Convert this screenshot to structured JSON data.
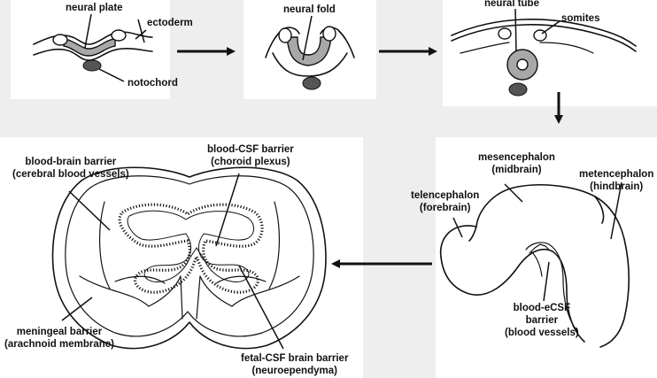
{
  "stage1": {
    "neural_plate": "neural plate",
    "ectoderm": "ectoderm",
    "notochord": "notochord"
  },
  "stage2": {
    "neural_fold": "neural fold"
  },
  "stage3": {
    "neural_tube": "neural tube",
    "somites": "somites"
  },
  "embryo_brain": {
    "mesencephalon": [
      "mesencephalon",
      "(midbrain)"
    ],
    "metencephalon": [
      "metencephalon",
      "(hindbrain)"
    ],
    "telencephalon": [
      "telencephalon",
      "(forebrain)"
    ],
    "blood_ecsf": [
      "blood-eCSF",
      "barrier",
      "(blood vessels)"
    ]
  },
  "coronal_section": {
    "blood_brain": [
      "blood-brain barrier",
      "(cerebral blood vessels)"
    ],
    "blood_csf": [
      "blood-CSF barrier",
      "(choroid plexus)"
    ],
    "meningeal": [
      "meningeal barrier",
      "(arachnoid membrane)"
    ],
    "fetal_csf": [
      "fetal-CSF brain barrier",
      "(neuroependyma)"
    ]
  },
  "colors": {
    "background": "#eeeeee",
    "panel": "#ffffff",
    "neural_tissue": "#a8a8a8",
    "notochord": "#555555",
    "line": "#111111"
  }
}
